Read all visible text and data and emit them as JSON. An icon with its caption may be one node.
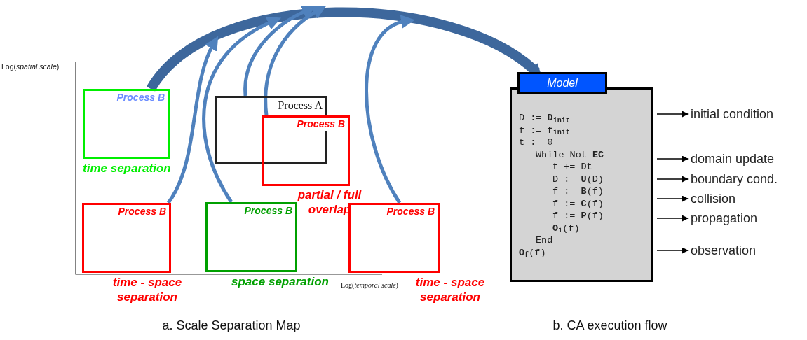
{
  "diagram": {
    "nodes": [
      {
        "text": [
          "Process B"
        ],
        "beside": [
          "time separation"
        ]
      },
      {
        "text": [
          "Process A"
        ]
      },
      {
        "text": [
          "Process B"
        ],
        "beside": [
          "partial / full overlap"
        ]
      },
      {
        "text": [
          "Process B"
        ],
        "beside": [
          "time - space separation"
        ]
      },
      {
        "text": [
          "Process B"
        ],
        "beside": [
          "space separation"
        ]
      },
      {
        "text": [
          "Process B"
        ],
        "beside": [
          "time - space separation"
        ]
      },
      {
        "text": [
          "Model"
        ]
      },
      {
        "text": [
          "D := **D**$_{init}$",
          "f := **f**$_{init}$",
          "t := 0",
          "While Not **EC**",
          "t += Dt",
          "D := **U**(D)",
          "f := **B**(f)",
          "f := **C**(f)",
          "f := **P**(f)",
          "**O**$_{i}$(f)",
          "End",
          "**O**$_{f}$(f)"
        ]
      },
      {
        "text": [
          "initial condition"
        ]
      },
      {
        "text": [
          "domain update"
        ]
      },
      {
        "text": [
          "boundary cond."
        ]
      },
      {
        "text": [
          "collision"
        ]
      },
      {
        "text": [
          "propagation"
        ]
      },
      {
        "text": [
          "observation"
        ]
      }
    ],
    "edges": [
      {
        "from": 0,
        "to": 6,
        "arrow": "to",
        "style": "thick",
        "color": "#3d679c"
      },
      {
        "from": 3,
        "to": null,
        "arrow": "to",
        "style": "thick",
        "color": "#4f81bd"
      },
      {
        "from": 4,
        "to": null,
        "arrow": "to",
        "style": "thick",
        "color": "#4f81bd"
      },
      {
        "from": 1,
        "to": null,
        "arrow": "to",
        "style": "thick",
        "color": "#4f81bd"
      },
      {
        "from": 2,
        "to": null,
        "arrow": "to",
        "style": "thick",
        "color": "#4f81bd"
      },
      {
        "from": 5,
        "to": null,
        "arrow": "to",
        "style": "thick",
        "color": "#4f81bd"
      },
      {
        "from": 7,
        "to": 8,
        "arrow": "to"
      },
      {
        "from": 7,
        "to": 9,
        "arrow": "to"
      },
      {
        "from": 7,
        "to": 10,
        "arrow": "to"
      },
      {
        "from": 7,
        "to": 11,
        "arrow": "to"
      },
      {
        "from": 7,
        "to": 12,
        "arrow": "to"
      },
      {
        "from": 7,
        "to": 13,
        "arrow": "to"
      }
    ],
    "labels": [
      "Log(*spatial scale*)",
      "Log(*temporal scale*)",
      "a. Scale Separation Map",
      "b. CA execution flow"
    ]
  }
}
